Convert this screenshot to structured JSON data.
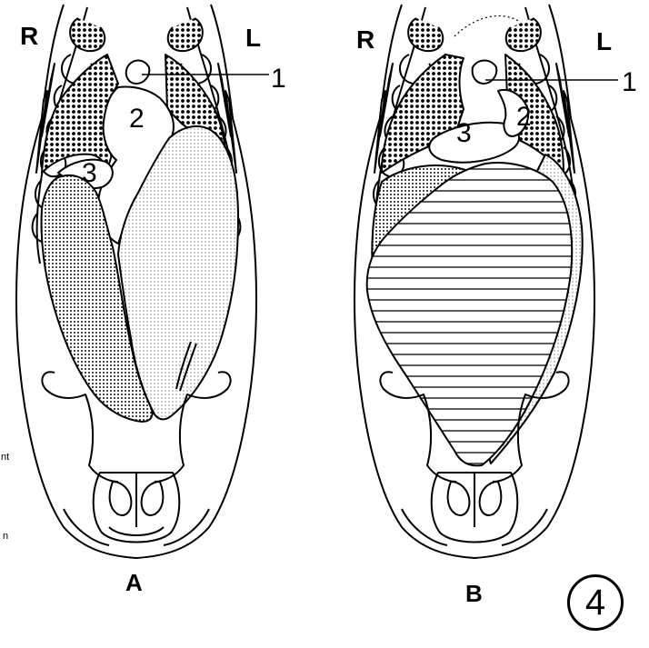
{
  "panels": [
    {
      "caption": "A",
      "right": "R",
      "left": "L",
      "labels": [
        "1",
        "2",
        "3"
      ]
    },
    {
      "caption": "B",
      "right": "R",
      "left": "L",
      "labels": [
        "1",
        "2",
        "3"
      ]
    }
  ],
  "margin_fragments": [
    "nt",
    "n"
  ],
  "figure_number": "4",
  "colors": {
    "ink": "#000000",
    "paper": "#ffffff"
  }
}
